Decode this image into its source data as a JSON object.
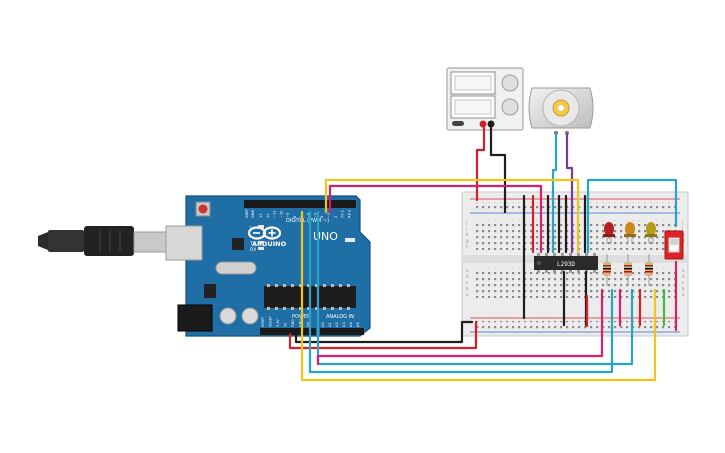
{
  "arduino": {
    "brand": "ARDUINO",
    "model": "UNO",
    "digital_label": "DIGITAL (PWM ~)",
    "power_label": "POWER",
    "analog_label": "ANALOG IN",
    "led_l": "L",
    "led_tx": "TX",
    "led_rx": "RX",
    "aref": "AREF",
    "gnd": "GND",
    "digital_pins": [
      "13",
      "12",
      "~11",
      "~10",
      "~9",
      "8",
      "7",
      "~6",
      "~5",
      "4",
      "~3",
      "2",
      "TX 1",
      "RX 0"
    ],
    "power_pins": [
      "IOREF",
      "RESET",
      "3.3V",
      "5V",
      "GND",
      "GND",
      "Vin"
    ],
    "analog_pins": [
      "A0",
      "A1",
      "A2",
      "A3",
      "A4",
      "A5"
    ]
  },
  "breadboard": {
    "row_letters_top": [
      "j",
      "i",
      "h",
      "g",
      "f"
    ],
    "row_letters_bottom": [
      "e",
      "d",
      "c",
      "b",
      "a"
    ]
  },
  "chip": {
    "label": "L293D"
  },
  "colors": {
    "red": "#d0202a",
    "black": "#1e1e1e",
    "yellow": "#f0c419",
    "blue": "#2aa3c8",
    "magenta": "#d5206f",
    "purple": "#7a3a9a",
    "green": "#49b83f",
    "board": "#1f6fa6",
    "led_red": "#b5211f",
    "led_orange": "#c8891e",
    "led_yellow": "#b69b1b"
  }
}
